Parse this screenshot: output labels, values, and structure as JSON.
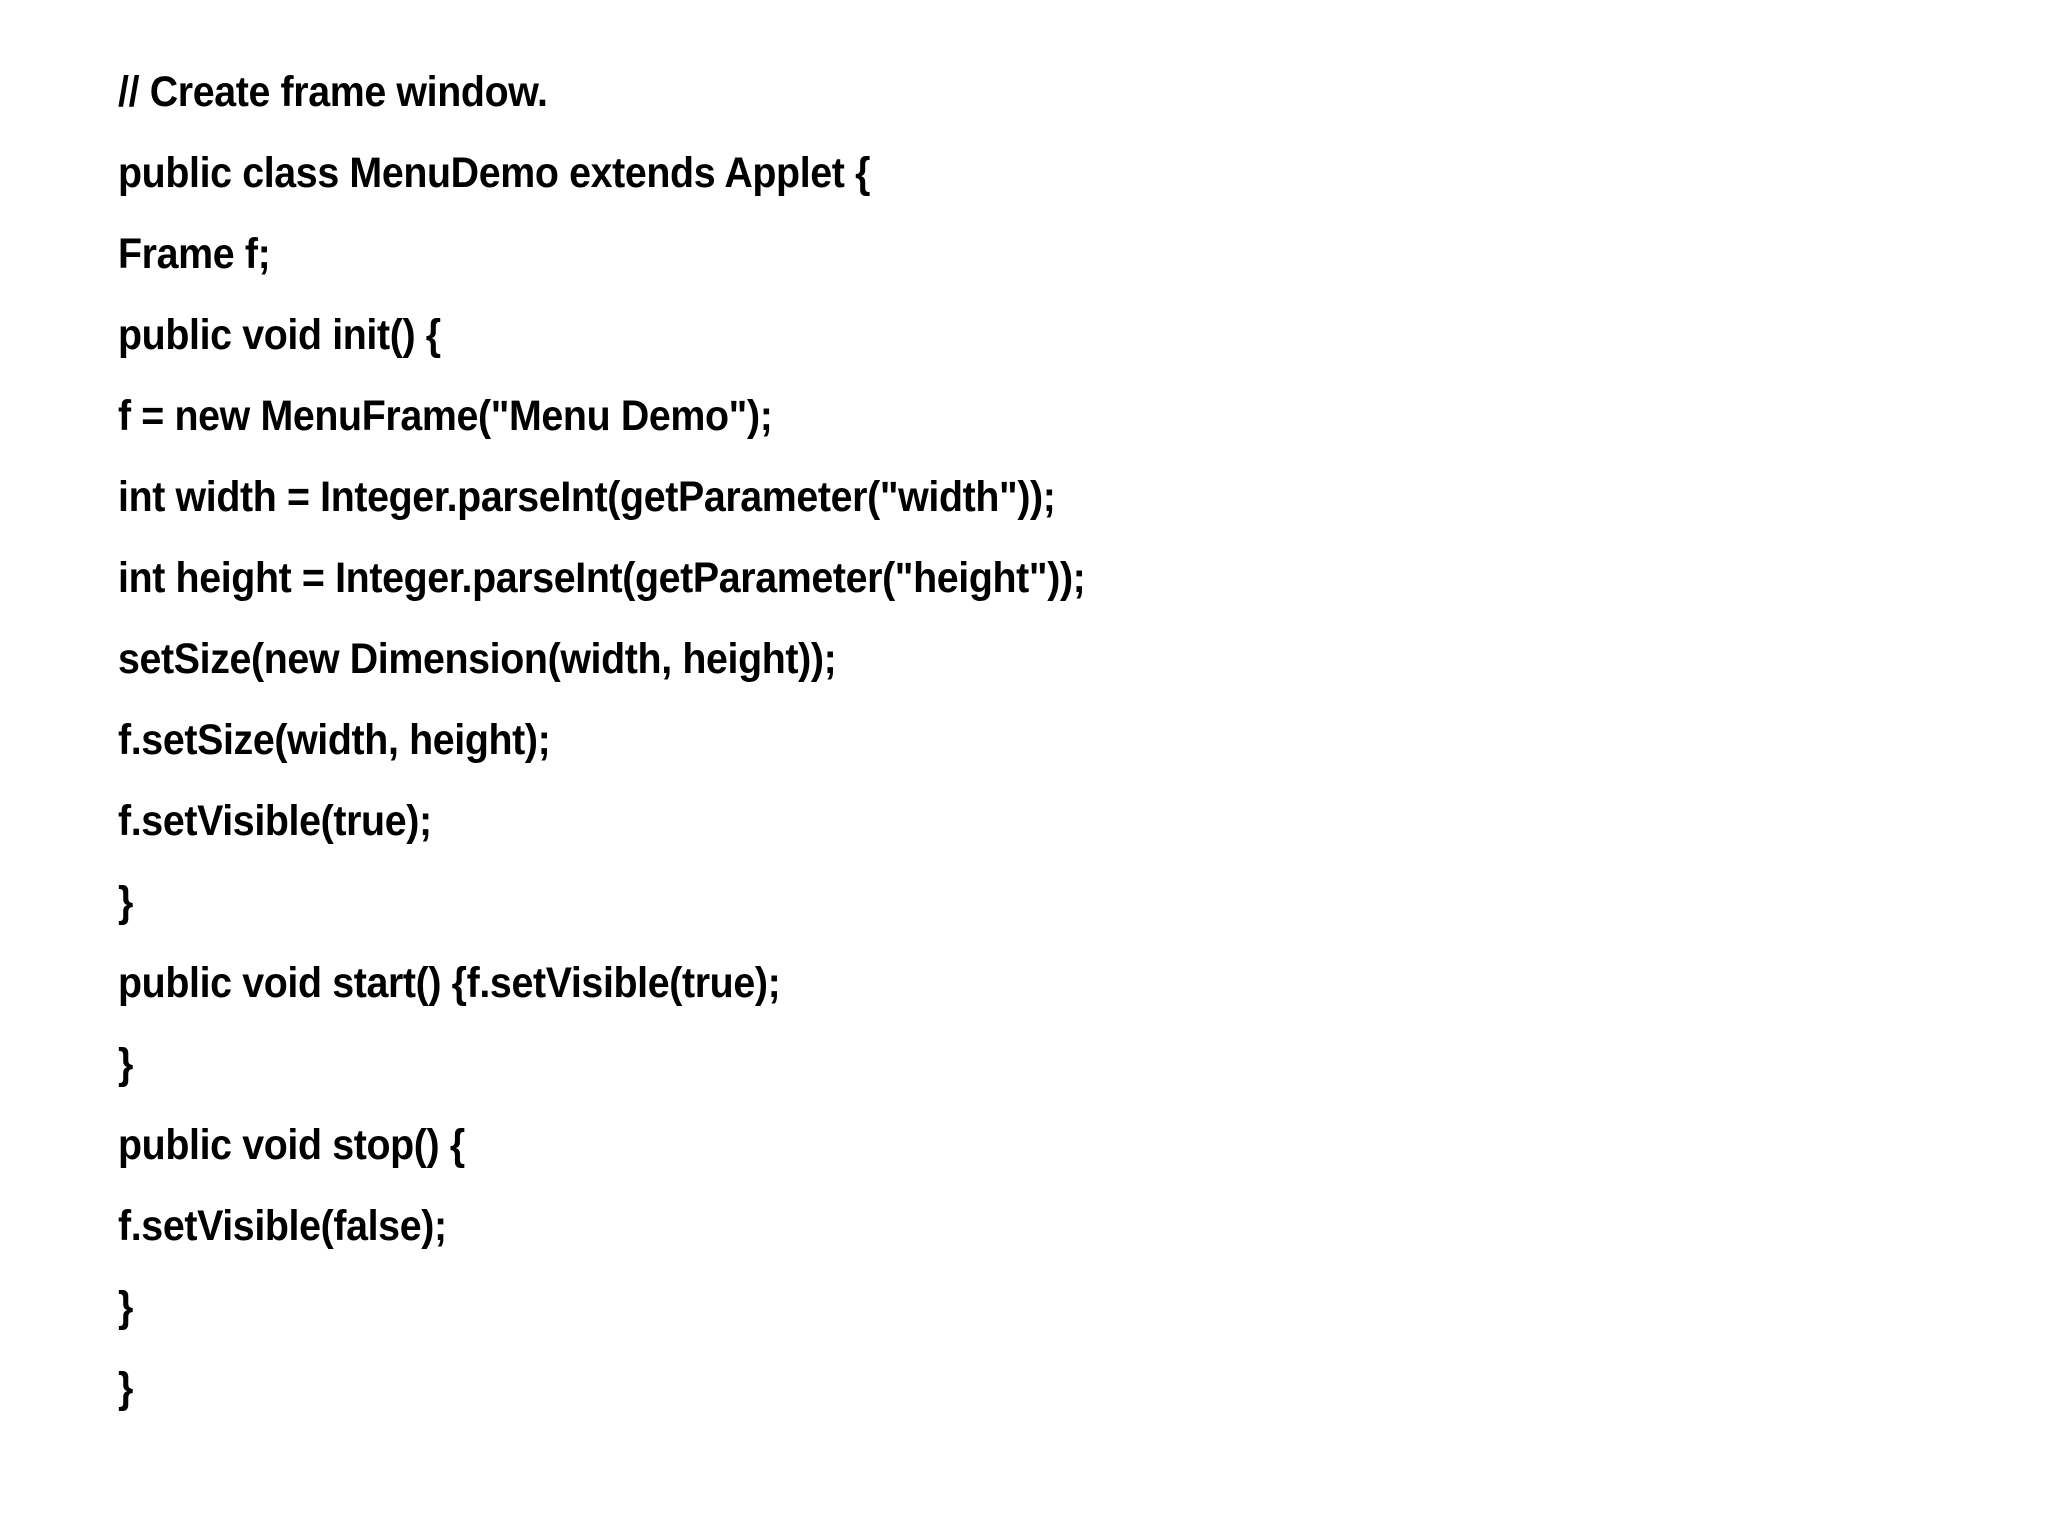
{
  "slide": {
    "background_color": "#FFFFFF",
    "text_color": "#000000",
    "language": "Java"
  },
  "code": {
    "lines": [
      "// Create frame window.",
      "public class MenuDemo extends Applet {",
      "Frame f;",
      "public void init() {",
      "f = new MenuFrame(\"Menu Demo\");",
      "int width = Integer.parseInt(getParameter(\"width\"));",
      "int height = Integer.parseInt(getParameter(\"height\"));",
      "setSize(new Dimension(width, height));",
      "f.setSize(width, height);",
      "f.setVisible(true);",
      "}",
      "public void start() {f.setVisible(true);",
      "}",
      "public void stop() {",
      "f.setVisible(false);",
      "}",
      "}"
    ]
  }
}
